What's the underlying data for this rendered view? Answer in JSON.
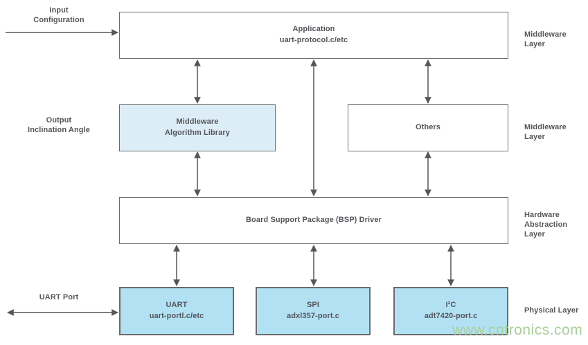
{
  "blocks": {
    "application": {
      "lines": [
        "Application",
        "uart-protocol.c/etc"
      ]
    },
    "middleware_algorithm_library": {
      "lines": [
        "Middleware",
        "Algorithm Library"
      ]
    },
    "others": {
      "lines": [
        "Others"
      ]
    },
    "bsp_driver": {
      "lines": [
        "Board Support Package (BSP) Driver"
      ]
    },
    "uart": {
      "lines": [
        "UART",
        "uart-portl.c/etc"
      ]
    },
    "spi": {
      "lines": [
        "SPI",
        "adxl357-port.c"
      ]
    },
    "i2c": {
      "lines": [
        "I²C",
        "adt7420-port.c"
      ]
    }
  },
  "side_labels": {
    "input_configuration": {
      "lines": [
        "Input",
        "Configuration"
      ]
    },
    "output_inclination_angle": {
      "lines": [
        "Output",
        "Inclination Angle"
      ]
    },
    "uart_port": {
      "lines": [
        "UART Port"
      ]
    }
  },
  "layer_labels": [
    {
      "lines": [
        "Middleware Layer"
      ]
    },
    {
      "lines": [
        "Middleware Layer"
      ]
    },
    {
      "lines": [
        "Hardware",
        "Abstraction Layer"
      ]
    },
    {
      "lines": [
        "Physical Layer"
      ]
    }
  ],
  "watermark": {
    "text": "www.cntronics.com"
  },
  "colors": {
    "box_border": "#6a6b6e",
    "text": "#54565a",
    "arrow": "#55565a",
    "pale_blue_fill": "#ddedf7",
    "light_blue_fill": "#b3e1f4",
    "watermark_green": "#a8cf98",
    "background": "#ffffff"
  }
}
